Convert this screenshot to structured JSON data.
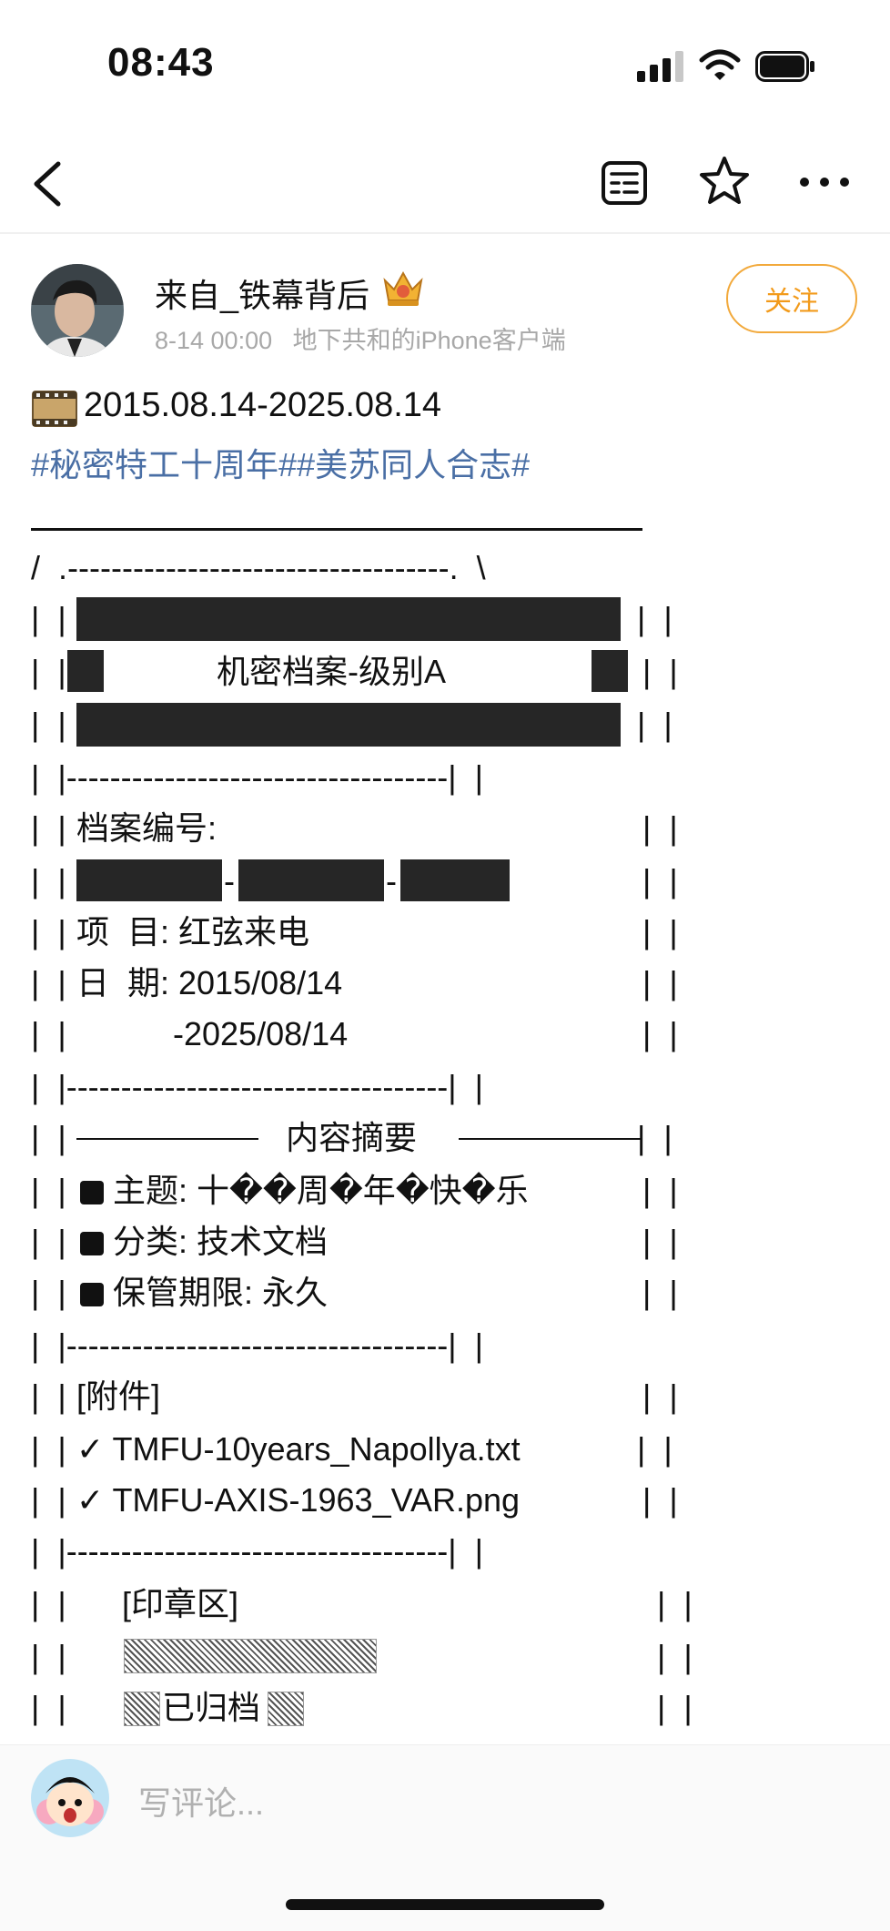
{
  "status": {
    "time": "08:43"
  },
  "author": {
    "name": "来自_铁幕背后",
    "date": "8-14 00:00",
    "source": "地下共和的iPhone客户端",
    "follow_label": "关注"
  },
  "post": {
    "date_range": "2015.08.14-2025.08.14",
    "hashtags": "#秘密特工十周年##美苏同人合志#",
    "ascii": {
      "top_border": "/  .-----------------------------------.  \\",
      "pipe_l": "|  |",
      "pipe_r": "|  |",
      "title": "机密档案-级别A",
      "sep": "|  |-----------------------------------|  |",
      "file_no_label": "档案编号:",
      "dash": "-",
      "project": "项  目: 红弦来电",
      "date1": "日  期: 2015/08/14",
      "date2": "-2025/08/14",
      "summary_title": "内容摘要",
      "topic": "主题: 十��周�年�快�乐",
      "category": "分类: 技术文档",
      "retention": "保管期限: 永久",
      "attachments_label": "[附件]",
      "attachment1": "✓ TMFU-10years_Napollya.txt",
      "attachment2": "✓ TMFU-AXIS-1963_VAR.png",
      "seal_label": "[印章区]",
      "archived": "已归档"
    }
  },
  "comment": {
    "placeholder": "写评论..."
  },
  "icons": {
    "back": "chevron-left-icon",
    "reader": "reader-mode-icon",
    "star": "star-icon",
    "more": "more-dots-icon",
    "crown": "crown-icon",
    "film": "film-icon"
  },
  "colors": {
    "accent": "#f29a1a",
    "hashtag": "#4a6fa5"
  }
}
